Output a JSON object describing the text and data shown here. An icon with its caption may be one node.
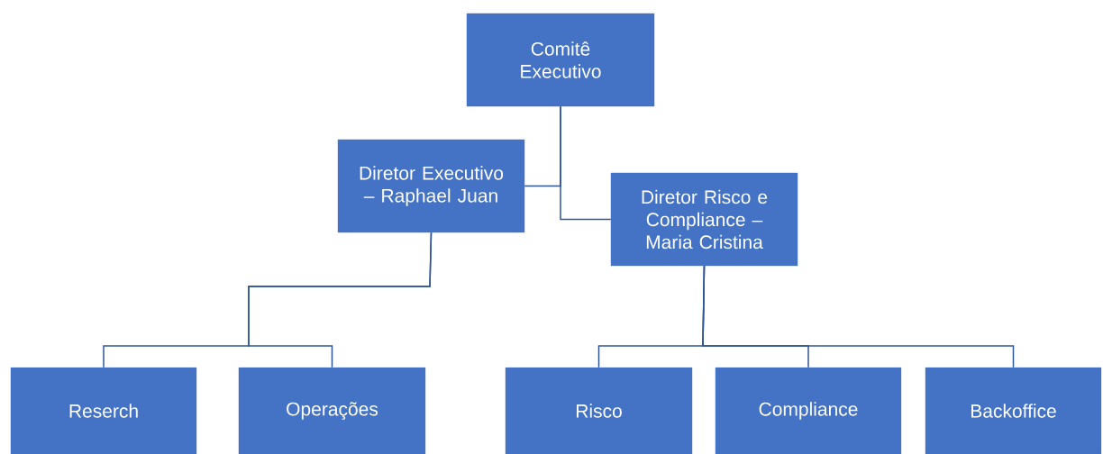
{
  "diagram": {
    "nodes": [
      {
        "text": [
          "Comitê Executivo"
        ]
      },
      {
        "text": [
          "Diretor Executivo – Raphael Juan"
        ]
      },
      {
        "text": [
          "Diretor Risco e Compliance – Maria Cristina"
        ]
      },
      {
        "text": [
          "Reserch"
        ]
      },
      {
        "text": [
          "Operações"
        ]
      },
      {
        "text": [
          "Risco"
        ]
      },
      {
        "text": [
          "Compliance"
        ]
      },
      {
        "text": [
          "Backoffice"
        ]
      }
    ],
    "edges": [
      {
        "from": 0,
        "to": 1,
        "arrow": "none"
      },
      {
        "from": 0,
        "to": 2,
        "arrow": "none"
      },
      {
        "from": 1,
        "to": 3,
        "arrow": "none"
      },
      {
        "from": 1,
        "to": 4,
        "arrow": "none"
      },
      {
        "from": 2,
        "to": 5,
        "arrow": "none"
      },
      {
        "from": 2,
        "to": 6,
        "arrow": "none"
      },
      {
        "from": 2,
        "to": 7,
        "arrow": "none"
      }
    ]
  }
}
